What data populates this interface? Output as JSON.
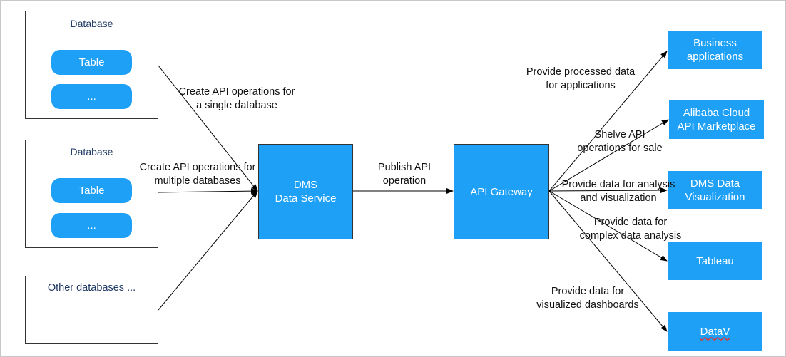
{
  "databases": [
    {
      "title": "Database",
      "items": [
        "Table",
        "..."
      ]
    },
    {
      "title": "Database",
      "items": [
        "Table",
        "..."
      ]
    }
  ],
  "other_databases": {
    "label": "Other databases ..."
  },
  "dms": {
    "line1": "DMS",
    "line2": "Data Service"
  },
  "gateway": {
    "label": "API Gateway"
  },
  "targets": [
    {
      "line1": "Business",
      "line2": "applications"
    },
    {
      "line1": "Alibaba Cloud",
      "line2": "API Marketplace"
    },
    {
      "line1": "DMS Data",
      "line2": "Visualization"
    },
    {
      "line1": "Tableau",
      "line2": ""
    },
    {
      "line1": "DataV",
      "line2": ""
    }
  ],
  "edge_labels": {
    "single_db": [
      "Create API operations for",
      "a single database"
    ],
    "multi_db": [
      "Create API operations for",
      "multiple databases"
    ],
    "publish": [
      "Publish API",
      "operation"
    ],
    "business": [
      "Provide processed data",
      "for applications"
    ],
    "marketplace": [
      "Shelve API",
      "operations for sale"
    ],
    "visualization": [
      "Provide data for analysis",
      "and visualization"
    ],
    "tableau": [
      "Provide data for",
      "complex data analysis"
    ],
    "datav": [
      "Provide data for",
      "visualized dashboards"
    ]
  },
  "colors": {
    "box_blue": "#1ea0f7",
    "line": "#000000",
    "title_text": "#1f3864"
  }
}
